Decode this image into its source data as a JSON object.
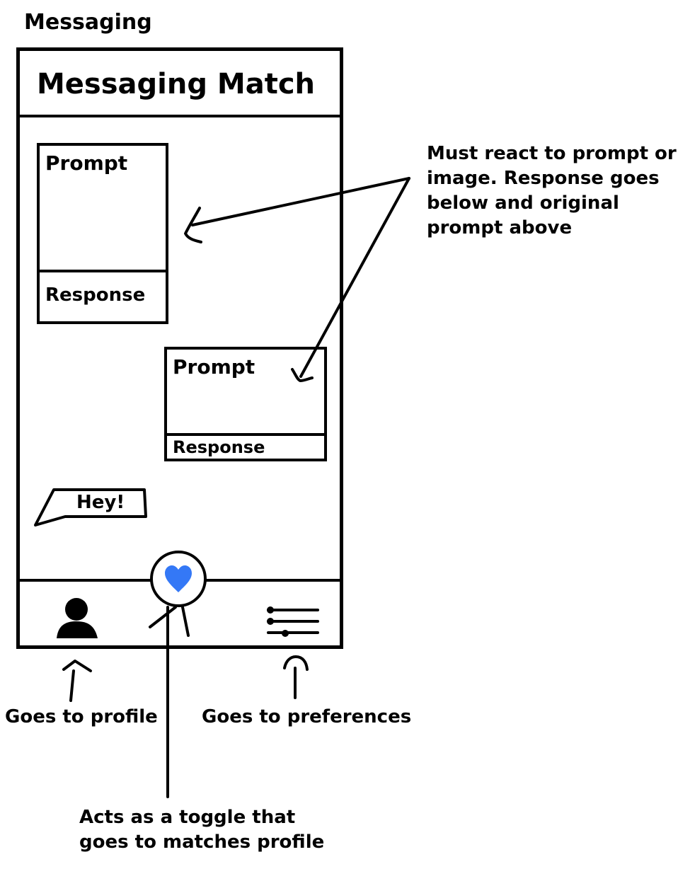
{
  "page": {
    "section_title": "Messaging"
  },
  "app": {
    "title": "Messaging Match"
  },
  "cards": [
    {
      "prompt": "Prompt",
      "response": "Response"
    },
    {
      "prompt": "Prompt",
      "response": "Response"
    }
  ],
  "chat": {
    "bubble_text": "Hey!"
  },
  "tabbar": {
    "left_icon": "profile-icon",
    "center_icon": "heart-icon",
    "right_icon": "preferences-icon",
    "heart_color": "#3478f6"
  },
  "annotations": {
    "prompt_note": [
      "Must react to prompt or",
      "image. Response goes",
      "below and original",
      "prompt above"
    ],
    "profile_note": "Goes to profile",
    "preferences_note": "Goes to preferences",
    "toggle_note": [
      "Acts as a toggle that",
      "goes to matches profile"
    ]
  }
}
